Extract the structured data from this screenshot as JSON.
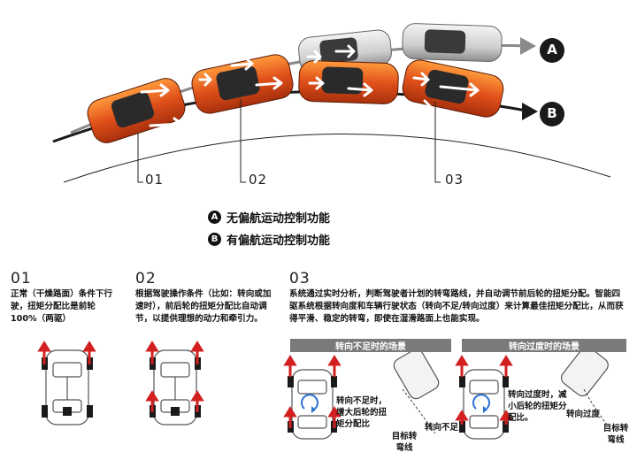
{
  "endpoints": {
    "a": "A",
    "b": "B"
  },
  "stages": [
    "01",
    "02",
    "03"
  ],
  "legend": [
    {
      "badge": "A",
      "text": "无偏航运动控制功能"
    },
    {
      "badge": "B",
      "text": "有偏航运动控制功能"
    }
  ],
  "sections": [
    {
      "num": "01",
      "text": "正常（干燥路面）条件下行驶，扭矩分配比是前轮100%（两驱）"
    },
    {
      "num": "02",
      "text": "根据驾驶操作条件（比如：转向或加速时），前后轮的扭矩分配比自动调节，以提供理想的动力和牵引力。"
    },
    {
      "num": "03",
      "text": "系统通过实时分析，判断驾驶者计划的转弯路线，并自动调节前后轮的扭矩分配。智能四驱系统根据转向度和车辆行驶状态（转向不足/转向过度）来计算最佳扭矩分配比，从而获得平滑、稳定的转弯，即使在湿滑路面上也能实现。"
    }
  ],
  "panels": [
    {
      "title": "转向不足时的场景",
      "desc": "转向不足时，增大后轮的扭矩分配比",
      "condition": "转向不足",
      "target": "目标转弯线"
    },
    {
      "title": "转向过度时的场景",
      "desc": "转向过度时，减小后轮的扭矩分配比。",
      "condition": "转向过度",
      "target": "目标转弯线"
    }
  ],
  "colors": {
    "orange": "#e0501a",
    "silver": "#d8d8d8",
    "red": "#d31f1f",
    "dark": "#1a1a1a",
    "bar": "#7a7a7a"
  }
}
